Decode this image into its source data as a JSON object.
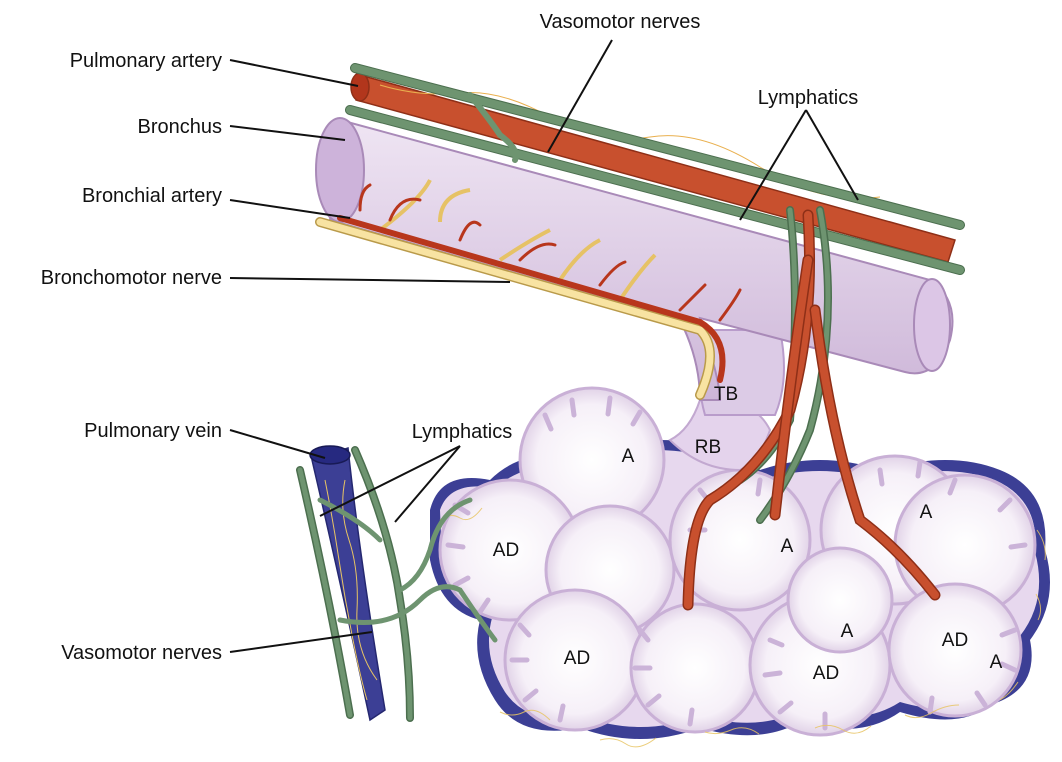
{
  "labels": {
    "pulmonary_artery": "Pulmonary artery",
    "bronchus": "Bronchus",
    "bronchial_artery": "Bronchial artery",
    "bronchomotor_nerve": "Bronchomotor nerve",
    "vasomotor_nerves_top": "Vasomotor nerves",
    "lymphatics_top": "Lymphatics",
    "pulmonary_vein": "Pulmonary vein",
    "lymphatics_left": "Lymphatics",
    "vasomotor_nerves_bottom": "Vasomotor nerves"
  },
  "abbreviations": {
    "tb": "TB",
    "rb": "RB",
    "a": "A",
    "ad": "AD"
  },
  "colors": {
    "artery": "#c8502e",
    "vein": "#3c3f95",
    "lymphatic": "#6e9470",
    "bronchus": "#e9dcef",
    "nerve": "#f8e3a2",
    "alveolus": "#f4eef7"
  }
}
